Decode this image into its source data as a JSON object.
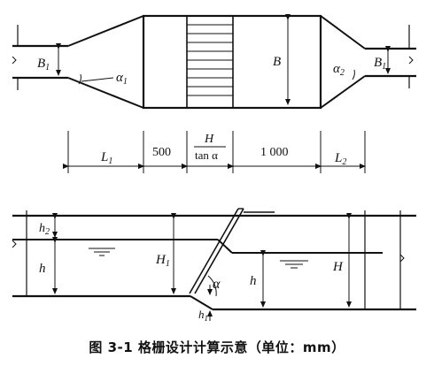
{
  "figure": {
    "caption": "图 3-1   格栅设计计算示意（单位：mm）"
  },
  "plan_view": {
    "inlet_width_label": "B",
    "inlet_width_sub": "1",
    "outlet_width_label": "B",
    "outlet_width_sub": "1",
    "chamber_width_label": "B",
    "inlet_angle_label": "α",
    "inlet_angle_sub": "1",
    "outlet_angle_label": "α",
    "outlet_angle_sub": "2"
  },
  "dimensions": {
    "l1_label": "L",
    "l1_sub": "1",
    "d500": "500",
    "h_over_tan_num": "H",
    "h_over_tan_den": "tan α",
    "d1000": "1 000",
    "l2_label": "L",
    "l2_sub": "2"
  },
  "section_view": {
    "h2_label": "h",
    "h2_sub": "2",
    "h_left_label": "h",
    "h1_cap_label": "H",
    "h1_cap_sub": "1",
    "h_mid_label": "h",
    "h_right_label": "H",
    "alpha_label": "α",
    "h1_bottom_label": "h",
    "h1_bottom_sub": "1"
  }
}
